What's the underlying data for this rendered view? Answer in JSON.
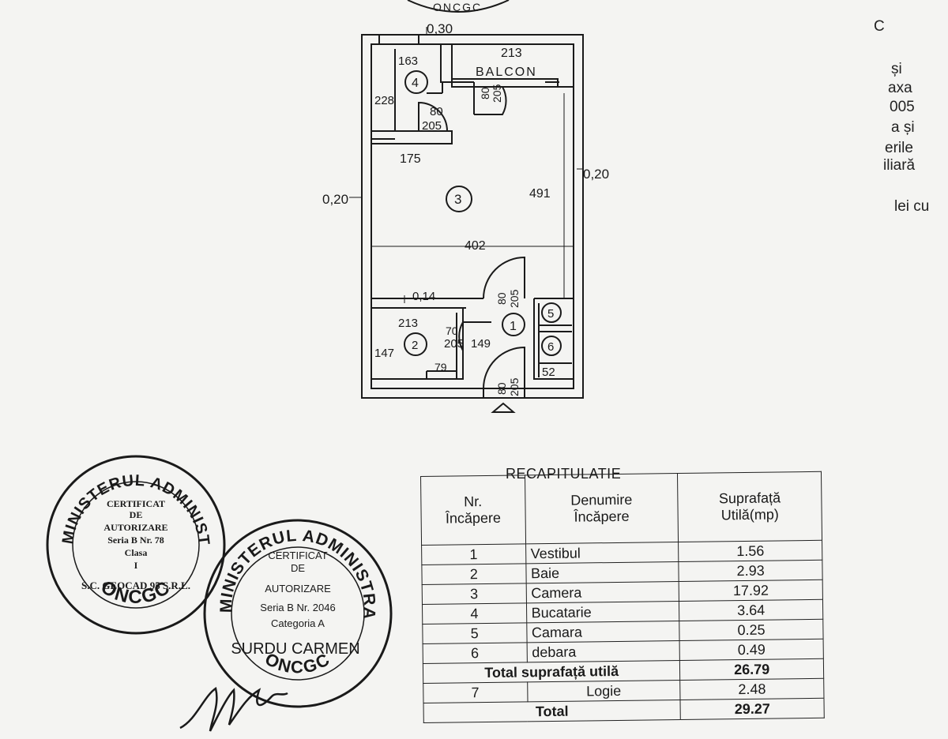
{
  "plan": {
    "top_dim": "0,30",
    "balcon_label": "BALCON",
    "balcon_width": "213",
    "left_wall": "0,20",
    "right_wall": "0,20",
    "room4": {
      "no": "4",
      "w": "163",
      "h": "228",
      "door_w": "80",
      "door_h": "205"
    },
    "balcon_door": {
      "w": "80",
      "h": "205"
    },
    "kitchen_dim": "175",
    "room3": {
      "no": "3",
      "length": "491",
      "width": "402"
    },
    "partition": "0,14",
    "room3_door": {
      "w": "80",
      "h": "205"
    },
    "room2": {
      "no": "2",
      "w": "213",
      "h": "147",
      "extra": "79",
      "door_w": "70",
      "door_h": "205"
    },
    "room1": {
      "no": "1",
      "w": "149"
    },
    "room5": {
      "no": "5"
    },
    "room6": {
      "no": "6",
      "w": "52"
    },
    "entry_door": {
      "w": "80",
      "h": "205"
    }
  },
  "side_text": [
    "C",
    "și",
    "axa",
    "005",
    "a și",
    "erile",
    "iliară",
    "lei cu"
  ],
  "recap": {
    "title": "RECAPITULATIE",
    "headers": [
      "Nr.\nÎncăpere",
      "Denumire\nÎncăpere",
      "Suprafață\nUtilă(mp)"
    ],
    "rows": [
      {
        "nr": "1",
        "name": "Vestibul",
        "area": "1.56"
      },
      {
        "nr": "2",
        "name": "Baie",
        "area": "2.93"
      },
      {
        "nr": "3",
        "name": "Camera",
        "area": "17.92"
      },
      {
        "nr": "4",
        "name": "Bucatarie",
        "area": "3.64"
      },
      {
        "nr": "5",
        "name": "Camara",
        "area": "0.25"
      },
      {
        "nr": "6",
        "name": "debara",
        "area": "0.49"
      }
    ],
    "total_util_label": "Total suprafață utilă",
    "total_util_value": "26.79",
    "logie": {
      "nr": "7",
      "name": "Logie",
      "area": "2.48"
    },
    "total_label": "Total",
    "total_value": "29.27"
  },
  "stamp_top": {
    "text": "ONCGC"
  },
  "stamp1": {
    "ring_top": "MINISTERUL ADMINISTRAȚIEI PUBLICE",
    "ring_bottom": "ONCGC",
    "lines": [
      "CERTIFICAT",
      "DE",
      "AUTORIZARE",
      "Seria B Nr. 78",
      "Clasa",
      "I",
      "S.C. GEOCAD 95 S.R.L."
    ]
  },
  "stamp2": {
    "ring_top": "MINISTERUL ADMINISTRAȚIEI PUBLICE",
    "ring_bottom": "ONCGC",
    "lines": [
      "CERTIFICAT",
      "DE",
      "AUTORIZARE",
      "Seria B Nr. 2046",
      "Categoria  A",
      "SURDU CARMEN"
    ]
  },
  "colors": {
    "ink": "#1a1a1a",
    "paper": "#f4f4f2"
  }
}
